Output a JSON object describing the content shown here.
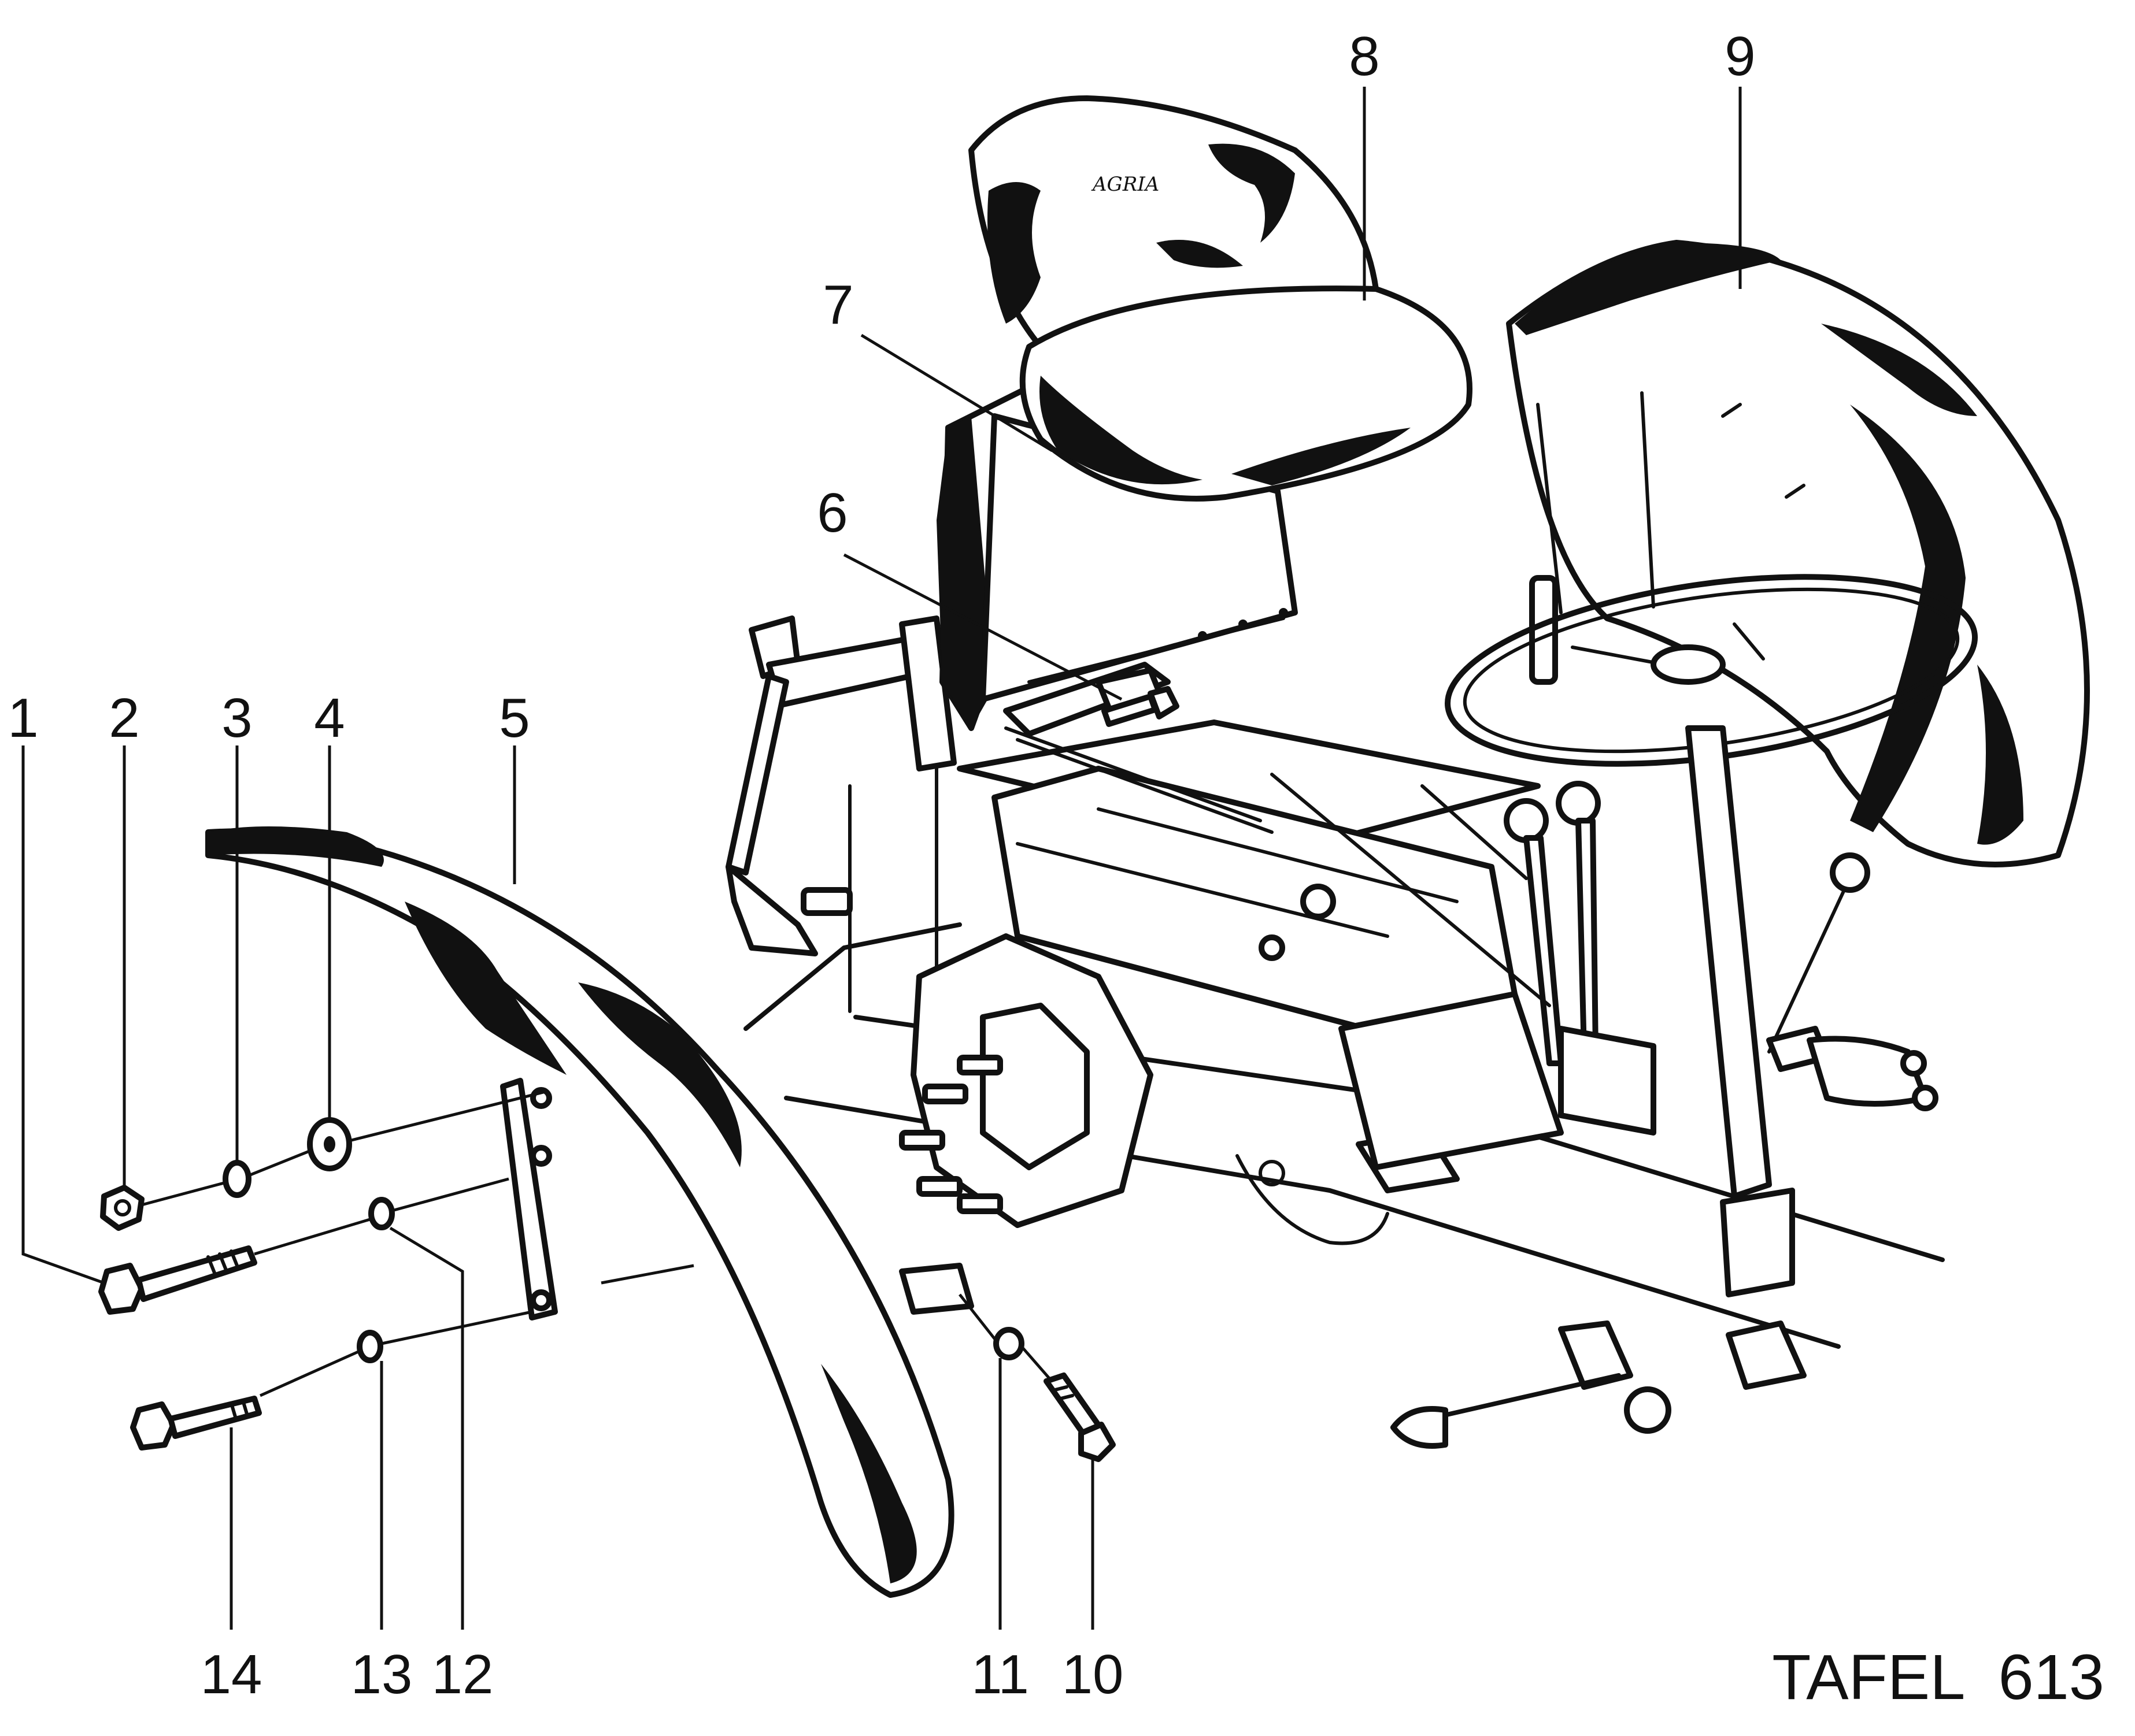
{
  "plate_label": "TAFEL  613",
  "seat_logo": "AGRIA",
  "ink_color": "#111111",
  "paper_color": "#ffffff",
  "callouts": {
    "c1": "1",
    "c2": "2",
    "c3": "3",
    "c4": "4",
    "c5": "5",
    "c6": "6",
    "c7": "7",
    "c8": "8",
    "c9": "9",
    "c10": "10",
    "c11": "11",
    "c12": "12",
    "c13": "13",
    "c14": "14"
  }
}
